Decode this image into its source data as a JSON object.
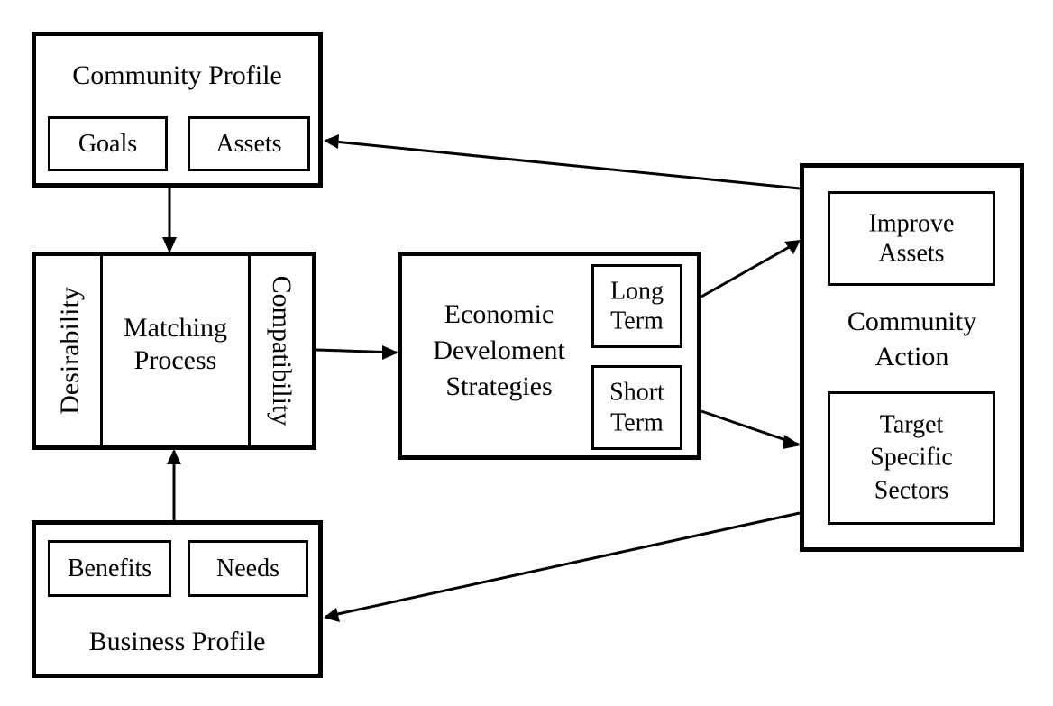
{
  "community_profile": {
    "title": "Community Profile",
    "goals": "Goals",
    "assets": "Assets"
  },
  "matching": {
    "left": "Desirability",
    "center_line1": "Matching",
    "center_line2": "Process",
    "right": "Compatibility"
  },
  "strategies": {
    "line1": "Economic",
    "line2": "Develoment",
    "line3": "Strategies",
    "long_line1": "Long",
    "long_line2": "Term",
    "short_line1": "Short",
    "short_line2": "Term"
  },
  "community_action": {
    "improve_line1": "Improve",
    "improve_line2": "Assets",
    "label_line1": "Community",
    "label_line2": "Action",
    "target_line1": "Target",
    "target_line2": "Specific",
    "target_line3": "Sectors"
  },
  "business_profile": {
    "title": "Business Profile",
    "benefits": "Benefits",
    "needs": "Needs"
  }
}
